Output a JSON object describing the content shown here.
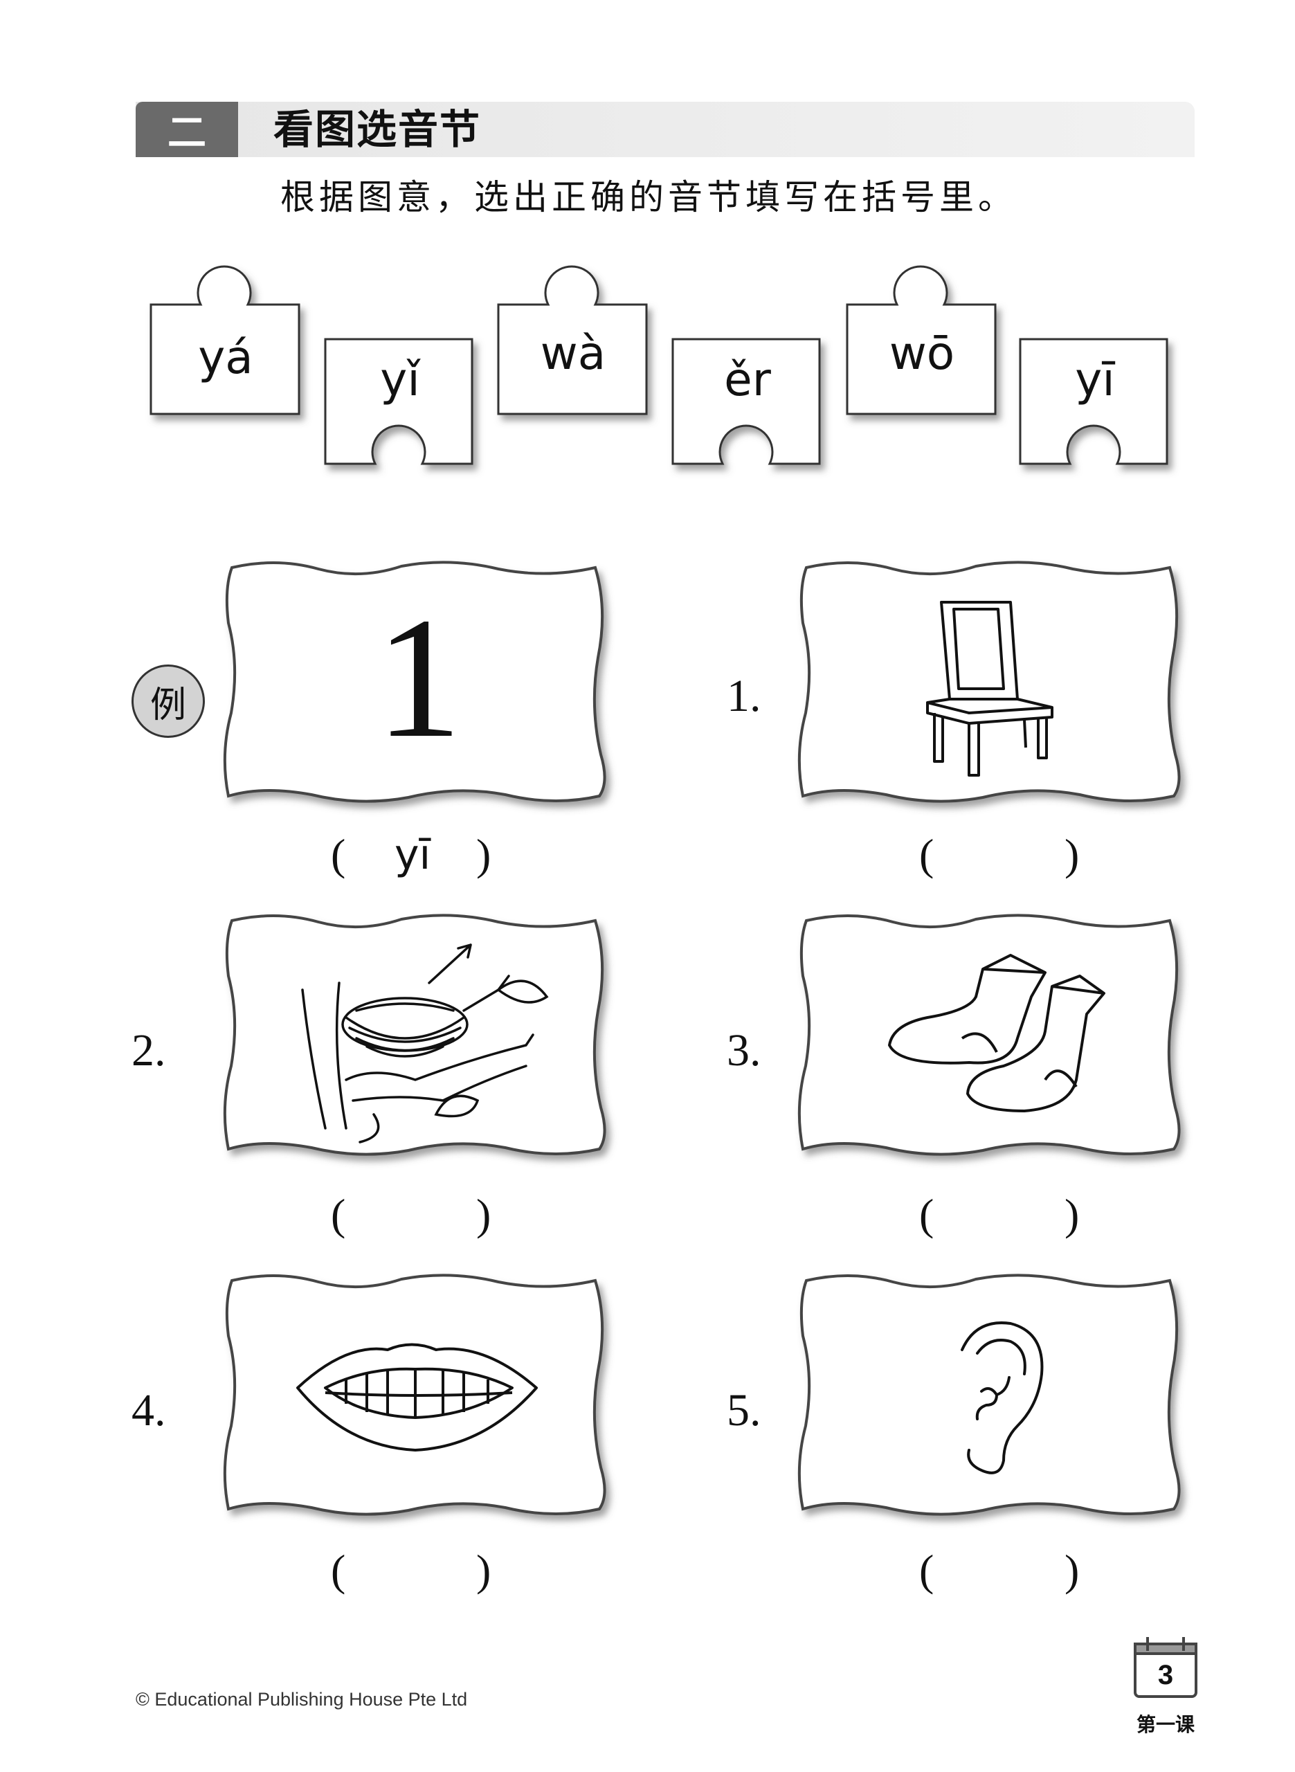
{
  "header": {
    "section_number": "二",
    "title": "看图选音节",
    "instruction": "根据图意，选出正确的音节填写在括号里。"
  },
  "syllable_options": [
    "yá",
    "yǐ",
    "wà",
    "ěr",
    "wō",
    "yī"
  ],
  "example": {
    "badge": "例",
    "picture_text": "1",
    "open_paren": "(",
    "answer": "yī",
    "close_paren": ")"
  },
  "questions": [
    {
      "number": "1.",
      "picture": "chair-icon"
    },
    {
      "number": "2.",
      "picture": "nest-icon"
    },
    {
      "number": "3.",
      "picture": "socks-icon"
    },
    {
      "number": "4.",
      "picture": "teeth-icon"
    },
    {
      "number": "5.",
      "picture": "ear-icon"
    }
  ],
  "parens": {
    "open": "(",
    "close": ")"
  },
  "footer": {
    "copyright": "© Educational Publishing House Pte Ltd",
    "page_number": "3",
    "lesson": "第一课"
  }
}
